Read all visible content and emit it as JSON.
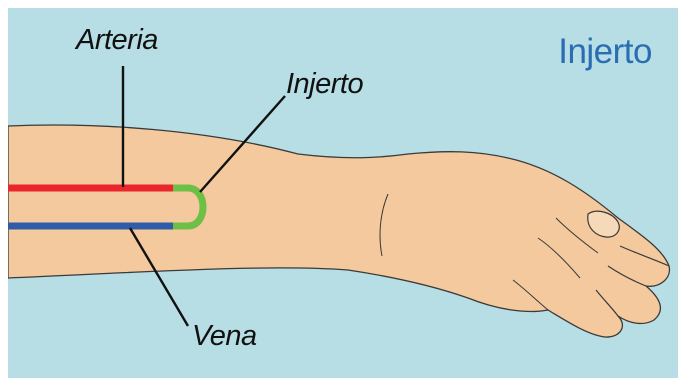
{
  "title": "Injerto",
  "labels": {
    "artery": "Arteria",
    "graft": "Injerto",
    "vein": "Vena"
  },
  "colors": {
    "background": "#b6dee4",
    "skin": "#f3c99d",
    "outline": "#3a3a3a",
    "artery": "#e8262b",
    "vein": "#2f5ca8",
    "graft": "#6dbf45",
    "title": "#2a6db3"
  }
}
